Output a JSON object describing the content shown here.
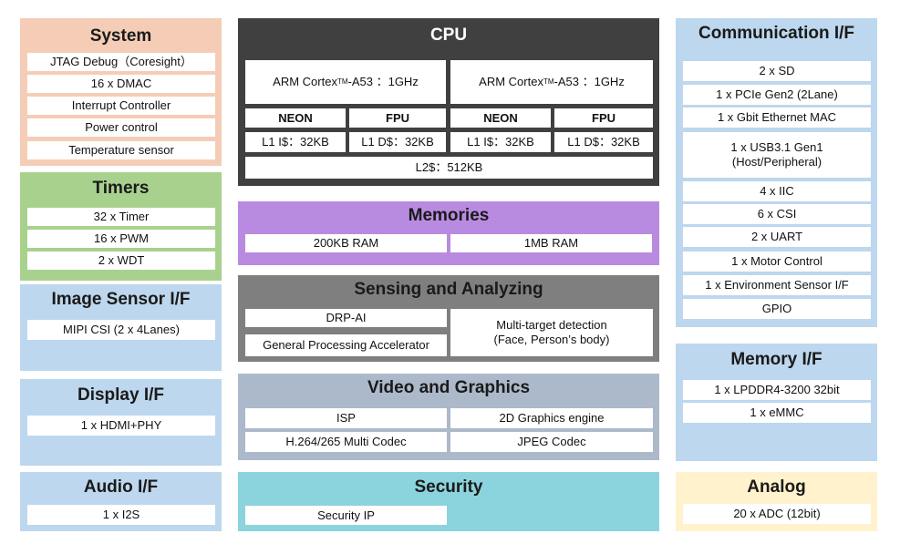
{
  "colors": {
    "system": "#f5cdb7",
    "timers": "#a9d18e",
    "blue_panel": "#bdd7ee",
    "cpu": "#404040",
    "memories": "#b98be0",
    "sensing": "#7f7f7f",
    "video": "#acb9ca",
    "security": "#8bd3dd",
    "analog": "#fff2cc"
  },
  "system": {
    "title": "System",
    "items": [
      "JTAG Debug（Coresight）",
      "16 x DMAC",
      "Interrupt Controller",
      "Power control",
      "Temperature sensor"
    ]
  },
  "timers": {
    "title": "Timers",
    "items": [
      "32 x Timer",
      "16 x PWM",
      "2 x WDT"
    ]
  },
  "image_sensor": {
    "title": "Image Sensor I/F",
    "items": [
      "MIPI CSI (2 x 4Lanes)"
    ]
  },
  "display": {
    "title": "Display I/F",
    "items": [
      "1 x HDMI+PHY"
    ]
  },
  "audio": {
    "title": "Audio I/F",
    "items": [
      "1 x I2S"
    ]
  },
  "cpu": {
    "title": "CPU",
    "core_prefix": "ARM Cortex",
    "core_tm": "TM",
    "core_suffix": "-A53 ：1GHz",
    "neon": "NEON",
    "fpu": "FPU",
    "l1i": "L1 I$：32KB",
    "l1d": "L1 D$：32KB",
    "l2": "L2$：512KB"
  },
  "memories": {
    "title": "Memories",
    "items": [
      "200KB RAM",
      "1MB RAM"
    ]
  },
  "sensing": {
    "title": "Sensing and Analyzing",
    "drp": "DRP-AI",
    "gpa": "General Processing Accelerator",
    "mtd_line1": "Multi-target detection",
    "mtd_line2": "(Face, Person’s body)"
  },
  "video": {
    "title": "Video and Graphics",
    "items": [
      "ISP",
      "2D Graphics engine",
      "H.264/265 Multi Codec",
      "JPEG Codec"
    ]
  },
  "security": {
    "title": "Security",
    "items": [
      "Security IP"
    ]
  },
  "communication": {
    "title": "Communication I/F",
    "items": [
      "2 x SD",
      "1 x PCIe Gen2 (2Lane)",
      "1 x Gbit Ethernet MAC",
      "1 x USB3.1 Gen1",
      "(Host/Peripheral)",
      "4 x IIC",
      "6 x CSI",
      "2 x UART",
      "1 x Motor Control",
      "1 x Environment Sensor I/F",
      "GPIO"
    ]
  },
  "memory_if": {
    "title": "Memory I/F",
    "items": [
      "1 x LPDDR4-3200 32bit",
      "1 x eMMC"
    ]
  },
  "analog": {
    "title": "Analog",
    "items": [
      "20 x ADC (12bit)"
    ]
  }
}
